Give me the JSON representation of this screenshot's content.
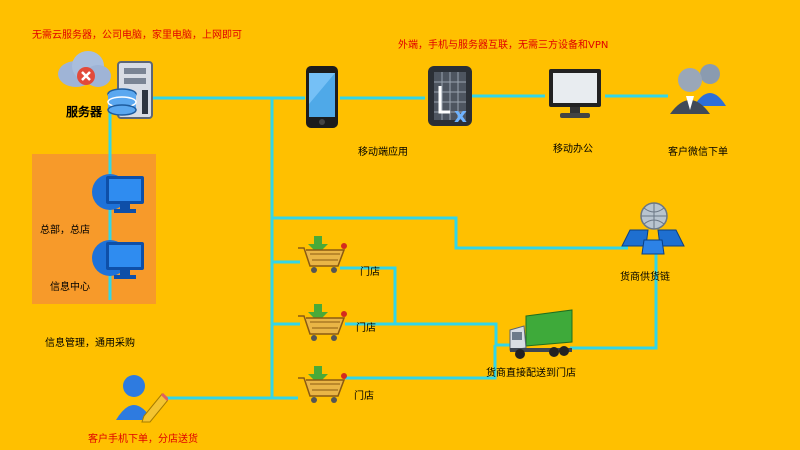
{
  "captions": {
    "server_note": "无需云服务器，公司电脑，家里电脑，上网即可",
    "remote_note": "外端，手机与服务器互联，无需三方设备和VPN",
    "server": "服务器",
    "mobile_app": "移动端应用",
    "mobile_office": "移动办公",
    "wechat_order": "客户微信下单",
    "hq": "总部，总店",
    "info_center": "信息中心",
    "info_mgmt": "信息管理，通用采购",
    "supply_chain": "货商供货链",
    "store1": "门店",
    "store2": "门店",
    "store3": "门店",
    "direct_delivery": "货商直接配送到门店",
    "phone_order": "客户手机下单，分店送货"
  },
  "colors": {
    "background": "#FFC000",
    "connector": "#33D6E8",
    "hq_panel": "#F79A2A",
    "accent_text": "#E00000"
  },
  "icons": {
    "server": "server-database-icon",
    "cloud": "cloud-offline-icon",
    "phone": "smartphone-icon",
    "excel": "spreadsheet-app-icon",
    "monitor": "monitor-icon",
    "users": "customers-icon",
    "hq_pc": "desktop-pc-icon",
    "info_pc": "desktop-pc-icon",
    "network": "network-globe-icon",
    "cart": "shopping-cart-icon",
    "truck": "delivery-truck-icon",
    "customer": "customer-edit-icon"
  }
}
